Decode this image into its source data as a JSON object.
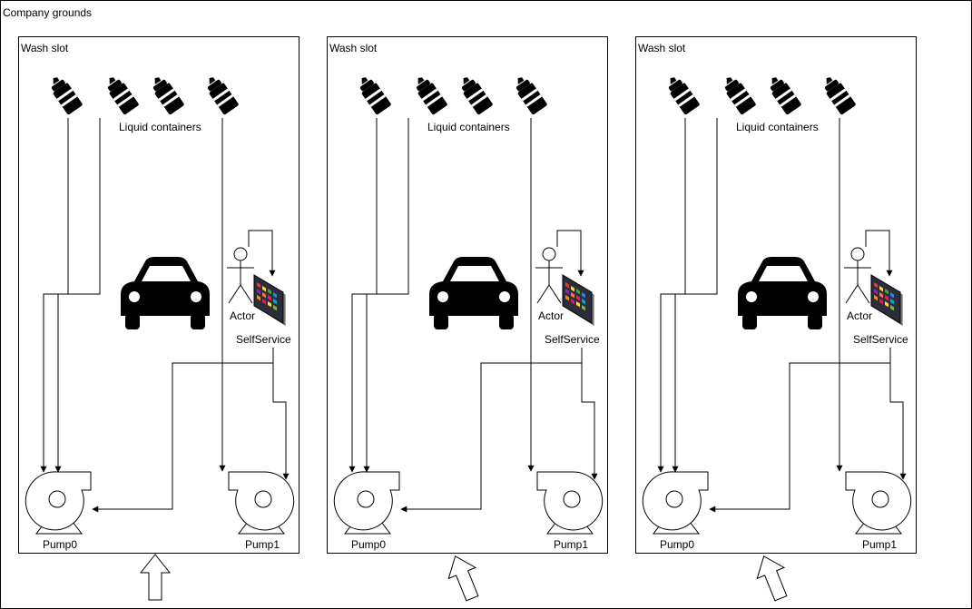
{
  "grounds": {
    "label": "Company grounds"
  },
  "slot_label": "Wash slot",
  "containers_label": "Liquid containers",
  "actor_label": "Actor",
  "selfservice_label": "SelfService",
  "pump_labels": [
    "Pump0",
    "Pump1"
  ],
  "slots": [
    {
      "id": "slot-1",
      "entrance_arrow": "straight"
    },
    {
      "id": "slot-2",
      "entrance_arrow": "tilted"
    },
    {
      "id": "slot-3",
      "entrance_arrow": "tilted"
    }
  ],
  "colors": {
    "line": "#000000",
    "background": "#ffffff"
  }
}
